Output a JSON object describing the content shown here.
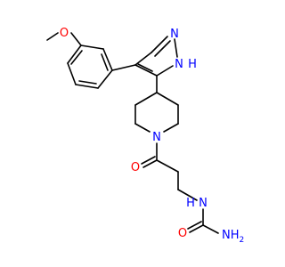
{
  "molecule": {
    "colors": {
      "bond": "#000000",
      "O": "#ff0000",
      "N": "#0000ff"
    },
    "atoms": {
      "methoxy_o": "O",
      "pyrazole_n2": "N",
      "pyrazole_nh": "N",
      "nh_h": "H",
      "piperidine_n": "N",
      "carbonyl_o": "O",
      "urea_nh": "N",
      "urea_nh_h": "H",
      "urea_o": "O",
      "amine_n": "NH",
      "amine_sub": "2"
    }
  }
}
